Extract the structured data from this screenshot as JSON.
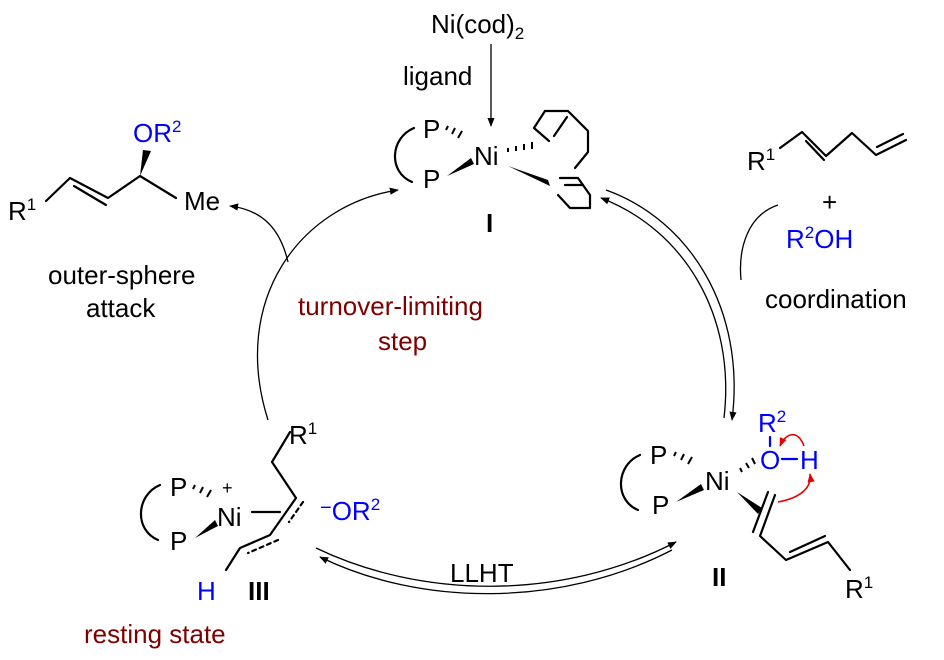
{
  "colors": {
    "text": "#000000",
    "reagent_blue": "#0000ff",
    "label_dark_red": "#7f0000",
    "electron_arrow_red": "#e60000"
  },
  "reagents": {
    "ni_precursor": {
      "base": "Ni(cod)",
      "sub": "2"
    },
    "ligand": "ligand",
    "diene": {
      "r": "R",
      "sup": "1"
    },
    "plus": "+",
    "alcohol": {
      "r": "R",
      "sup": "2",
      "rest": "OH"
    }
  },
  "steps": {
    "coordination": "coordination",
    "outer_sphere": [
      "outer-sphere",
      "attack"
    ],
    "turnover_limiting": [
      "turnover-limiting",
      "step"
    ],
    "llht": "LLHT",
    "resting_state": "resting state"
  },
  "complex_I": {
    "label": "I",
    "p": "P",
    "ni": "Ni"
  },
  "complex_II": {
    "label": "II",
    "p": "P",
    "ni": "Ni",
    "r2": {
      "r": "R",
      "sup": "2"
    },
    "o": "O",
    "h": "H",
    "r1": {
      "r": "R",
      "sup": "1"
    }
  },
  "complex_III": {
    "label": "III",
    "p": "P",
    "ni": "Ni",
    "plus": "+",
    "r1": {
      "r": "R",
      "sup": "1"
    },
    "alkoxide": {
      "minus": "−",
      "base": "OR",
      "sup": "2"
    },
    "h": "H"
  },
  "product": {
    "or2": {
      "base": "OR",
      "sup": "2"
    },
    "r1": {
      "r": "R",
      "sup": "1"
    },
    "me": "Me"
  }
}
